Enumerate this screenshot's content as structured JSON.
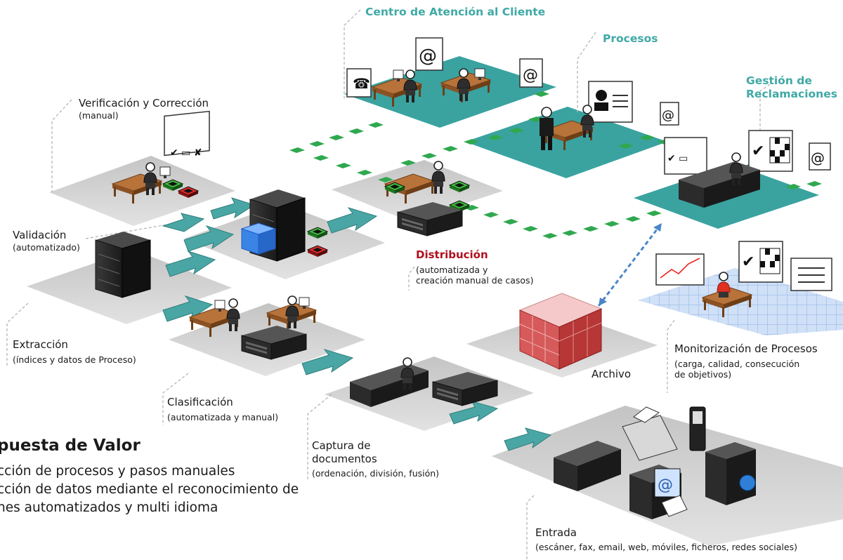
{
  "labels": {
    "centro": "Centro de Atención al Cliente",
    "procesos": "Procesos",
    "gestion_1": "Gestión de",
    "gestion_2": "Reclamaciones",
    "verificacion": "Verificación y Corrección",
    "verificacion_sub": "(manual)",
    "validacion": "Validación",
    "validacion_sub": "(automatizado)",
    "distribucion": "Distribución",
    "distribucion_sub_1": "(automatizada y",
    "distribucion_sub_2": "creación manual de casos)",
    "extraccion": "Extracción",
    "extraccion_sub": "(índices y datos de Proceso)",
    "clasificacion": "Clasificación",
    "clasificacion_sub": "(automatizada y manual)",
    "captura_1": "Captura de",
    "captura_2": "documentos",
    "captura_sub": "(ordenación, división, fusión)",
    "archivo": "Archivo",
    "monitorizacion": "Monitorización de Procesos",
    "monitorizacion_sub_1": "(carga, calidad, consecución",
    "monitorizacion_sub_2": "de objetivos)",
    "entrada": "Entrada",
    "entrada_sub": "(escáner, fax, email, web, móviles, ficheros, redes sociales)"
  },
  "value_proposition": {
    "heading": "puesta de Valor",
    "line_1": "cción de procesos y pasos manuales",
    "line_2": "cción de datos mediante el reconocimiento de",
    "line_3": "nes automatizados y multi idioma"
  },
  "icons": {
    "at_glyph": "@",
    "check_glyph": "✔"
  },
  "colors": {
    "teal": "#3aa3a0",
    "teal_label": "#3fa9a6",
    "grey_floor": "#d3d3d3",
    "red_label": "#b0101e",
    "grid_blue": "#aac6ee",
    "archive_red": "#c93a3a",
    "connector_blue": "#4a86c8"
  }
}
